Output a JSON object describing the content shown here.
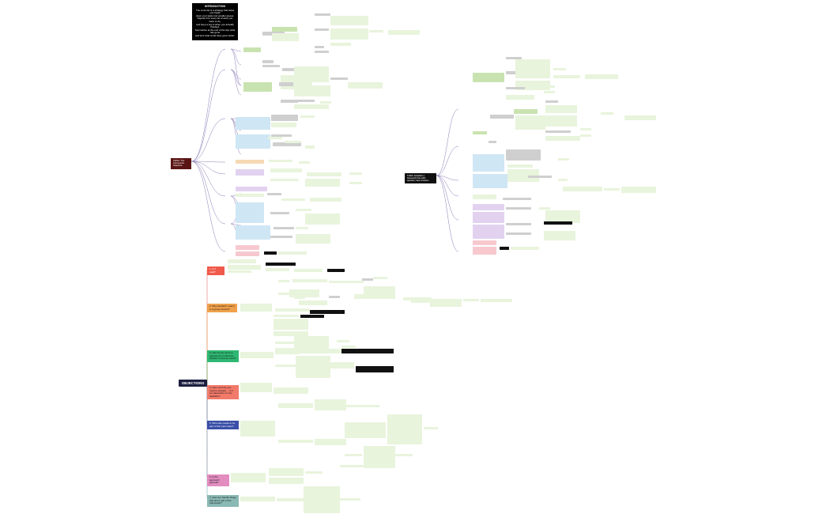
{
  "note": {
    "title": "INTRODUCTION",
    "lines": [
      "The to-do list is a strategy that helps you break",
      "down your tasks into smaller pieces.",
      "Repeat it for every bit of work you have to do,",
      "and keep a log of when you actually finished.",
      "Summarize at the end of the day what has gone",
      "well and what could have gone better."
    ]
  },
  "left_root": {
    "label": "CRNA: The Framework Objective"
  },
  "right_root": {
    "label": "THINK: Establish a framework that adds question, have answers"
  },
  "objections": {
    "label": "OBJECTIONS"
  },
  "categories": [
    {
      "label": "1. Is it valid?"
    },
    {
      "label": "2. Why shouldn't I ask it in a group context?"
    },
    {
      "label": "3. How do we come to agreement on what the problem is that we solve?"
    },
    {
      "label": "4. How much do you need to prepare ... is it too dependent on the facilitator?"
    },
    {
      "label": "5. Who else needs to be part of this (next step)?"
    },
    {
      "label": "6. Is the approach general?"
    },
    {
      "label": "7. How do I handle things that aren't part of the framework?"
    }
  ],
  "colors": {
    "black": "#111111",
    "dark_red": "#5a1414",
    "navy": "#1d1f3f",
    "green_node": "#c9e3b0",
    "light_green": "#e8f4dc",
    "blue_node": "#cfe6f5",
    "purple_node": "#e2d2f0",
    "grey_node": "#cfcfcf",
    "pink_node": "#f7c9cf",
    "peach_node": "#f6d9b5",
    "line_purple": "#8a7bb5",
    "line_red": "#e05050",
    "line_orange": "#e89a3a",
    "line_green": "#3aa86b",
    "line_blue": "#3a4fa8",
    "line_pink": "#d86aa8",
    "line_teal": "#5a9e9a",
    "cat_red": "#f05a4a",
    "cat_orange": "#f0a04a",
    "cat_green": "#2eb873",
    "cat_lightred": "#f27a6a",
    "cat_blue": "#3a4fa8",
    "cat_pink": "#e28cc0",
    "cat_teal": "#8ab9b5"
  }
}
